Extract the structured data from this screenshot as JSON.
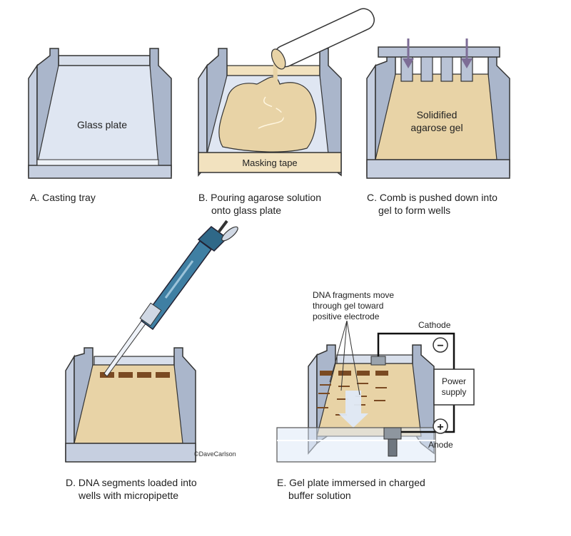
{
  "panels": {
    "a": {
      "caption": "A. Casting tray",
      "label": "Glass plate"
    },
    "b": {
      "caption_line1": "B. Pouring agarose solution",
      "caption_line2": "onto glass plate",
      "tape_label": "Masking tape"
    },
    "c": {
      "caption_line1": "C. Comb is pushed down into",
      "caption_line2": "gel to form wells",
      "gel_line1": "Solidified",
      "gel_line2": "agarose gel"
    },
    "d": {
      "caption_line1": "D.  DNA segments loaded into",
      "caption_line2": "wells with micropipette",
      "credit": "©DaveCarlson"
    },
    "e": {
      "caption_line1": "E. Gel plate immersed in charged",
      "caption_line2": "buffer solution",
      "note_line1": "DNA fragments move",
      "note_line2": "through gel toward",
      "note_line3": "positive electrode",
      "cathode": "Cathode",
      "anode": "Anode",
      "minus": "−",
      "plus": "+",
      "power_line1": "Power",
      "power_line2": "supply"
    }
  },
  "colors": {
    "tray": "#c6cfe0",
    "tray_edge": "#333333",
    "gel": "#e8d3a6",
    "tape": "#f2e2bf",
    "well": "#7a4a22",
    "comb": "#b9c3d6",
    "arrow": "#7d6d96",
    "pipette": "#3f7fa3"
  }
}
